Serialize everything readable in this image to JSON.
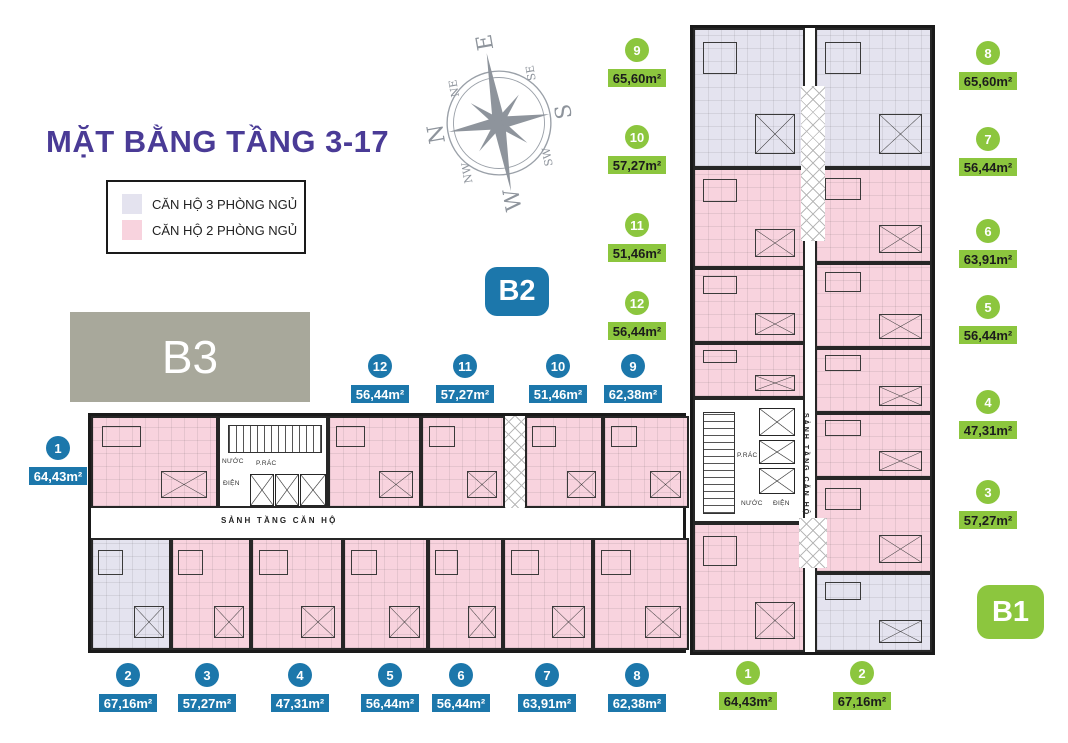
{
  "title": "MẶT BẰNG TẦNG 3-17",
  "legend": {
    "item_3pn": {
      "label": "CĂN HỘ 3 PHÒNG NGỦ",
      "color": "#e4e3ef"
    },
    "item_2pn": {
      "label": "CĂN HỘ 2 PHÒNG NGỦ",
      "color": "#f8d3de"
    }
  },
  "compass": {
    "n": "N",
    "e": "E",
    "s": "S",
    "w": "W",
    "ne": "NE",
    "se": "SE",
    "sw": "SW",
    "nw": "NW"
  },
  "blocks": {
    "b1": "B1",
    "b2": "B2",
    "b3": "B3"
  },
  "corridor_label": "SẢNH TẦNG CĂN HỘ",
  "core_labels": {
    "trash": "P.RÁC",
    "water": "NƯỚC",
    "electric": "ĐIỆN"
  },
  "colors": {
    "title_purple": "#4a3b96",
    "green": "#8cc63e",
    "blue": "#1c77ab",
    "gray_b3": "#a8a89b",
    "pink_2br": "#f8d3de",
    "lavender_3br": "#e4e3ef"
  },
  "b2_badges": {
    "left": {
      "num": "1",
      "area": "64,43m²"
    },
    "top": [
      {
        "num": "12",
        "area": "56,44m²"
      },
      {
        "num": "11",
        "area": "57,27m²"
      },
      {
        "num": "10",
        "area": "51,46m²"
      },
      {
        "num": "9",
        "area": "62,38m²"
      }
    ],
    "bottom": [
      {
        "num": "2",
        "area": "67,16m²"
      },
      {
        "num": "3",
        "area": "57,27m²"
      },
      {
        "num": "4",
        "area": "47,31m²"
      },
      {
        "num": "5",
        "area": "56,44m²"
      },
      {
        "num": "6",
        "area": "56,44m²"
      },
      {
        "num": "7",
        "area": "63,91m²"
      },
      {
        "num": "8",
        "area": "62,38m²"
      }
    ]
  },
  "b1_badges": {
    "left": [
      {
        "num": "9",
        "area": "65,60m²"
      },
      {
        "num": "10",
        "area": "57,27m²"
      },
      {
        "num": "11",
        "area": "51,46m²"
      },
      {
        "num": "12",
        "area": "56,44m²"
      }
    ],
    "right": [
      {
        "num": "8",
        "area": "65,60m²"
      },
      {
        "num": "7",
        "area": "56,44m²"
      },
      {
        "num": "6",
        "area": "63,91m²"
      },
      {
        "num": "5",
        "area": "56,44m²"
      },
      {
        "num": "4",
        "area": "47,31m²"
      },
      {
        "num": "3",
        "area": "57,27m²"
      }
    ],
    "bottom": [
      {
        "num": "1",
        "area": "64,43m²"
      },
      {
        "num": "2",
        "area": "67,16m²"
      }
    ]
  }
}
